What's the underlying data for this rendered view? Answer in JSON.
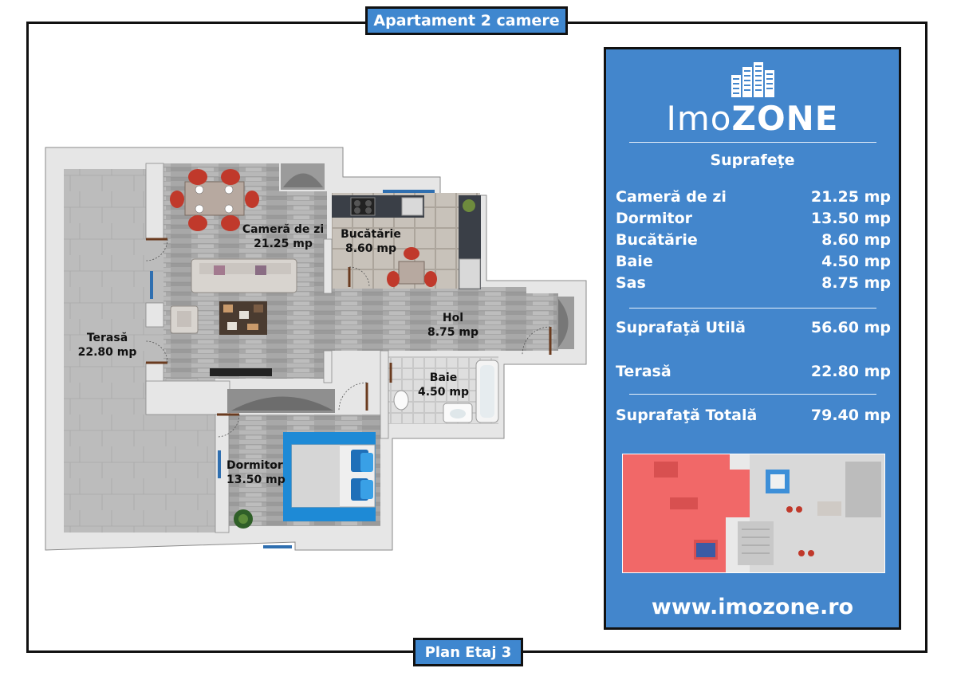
{
  "header": {
    "title": "Apartament 2 camere"
  },
  "footer": {
    "plan_label": "Plan Etaj 3"
  },
  "panel": {
    "logo": {
      "text_light": "Imo",
      "text_bold": "ZONE",
      "icon": "buildings-icon"
    },
    "section_title": "Suprafeţe",
    "rooms": [
      {
        "name": "Cameră de zi",
        "area": "21.25 mp"
      },
      {
        "name": "Dormitor",
        "area": "13.50 mp"
      },
      {
        "name": "Bucătărie",
        "area": "8.60 mp"
      },
      {
        "name": "Baie",
        "area": "4.50 mp"
      },
      {
        "name": "Sas",
        "area": "8.75 mp"
      }
    ],
    "utila": {
      "name": "Suprafaţă Utilă",
      "area": "56.60 mp"
    },
    "terasa": {
      "name": "Terasă",
      "area": "22.80 mp"
    },
    "totala": {
      "name": "Suprafaţă Totală",
      "area": "79.40 mp"
    },
    "website": "www.imozone.ro"
  },
  "plan": {
    "rooms": [
      {
        "name": "Terasă",
        "area": "22.80 mp"
      },
      {
        "name": "Cameră de zi",
        "area": "21.25 mp"
      },
      {
        "name": "Bucătărie",
        "area": "8.60 mp"
      },
      {
        "name": "Hol",
        "area": "8.75 mp"
      },
      {
        "name": "Baie",
        "area": "4.50 mp"
      },
      {
        "name": "Dormitor",
        "area": "13.50 mp"
      }
    ]
  },
  "colors": {
    "panel_blue": "#4386cc",
    "title_blue": "#3f87cf",
    "wall_gray": "#e3e3e3",
    "terrace_gray": "#bdbdbd",
    "wood_floor": "#a6a6a6",
    "tile_floor": "#c9c4bd",
    "accent_red": "#c0392b",
    "highlight_red": "#f05a5a",
    "rug_blue": "#1e8ad6"
  }
}
